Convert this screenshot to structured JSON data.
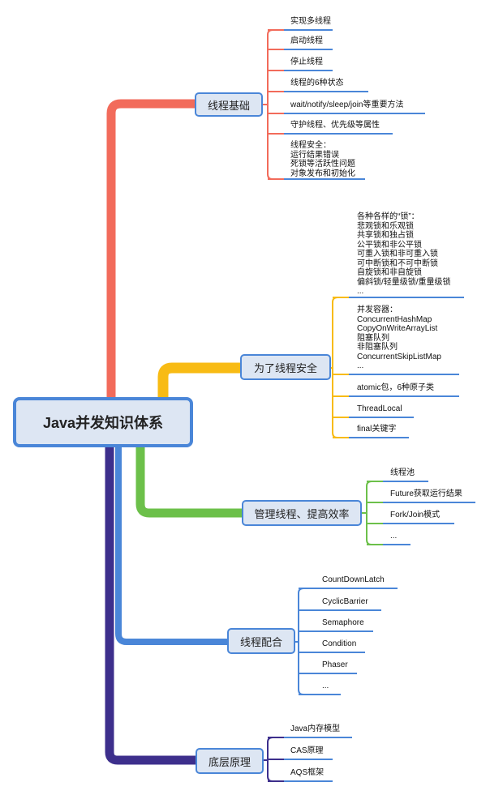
{
  "root": {
    "title": "Java并发知识体系"
  },
  "topics": [
    {
      "label": "线程基础",
      "color": "#f26b5b",
      "items": [
        {
          "lines": [
            "实现多线程"
          ]
        },
        {
          "lines": [
            "启动线程"
          ]
        },
        {
          "lines": [
            "停止线程"
          ]
        },
        {
          "lines": [
            "线程的6种状态"
          ]
        },
        {
          "lines": [
            "wait/notify/sleep/join等重要方法"
          ]
        },
        {
          "lines": [
            "守护线程、优先级等属性"
          ]
        },
        {
          "lines": [
            "线程安全：",
            "运行结果错误",
            "死锁等活跃性问题",
            "对象发布和初始化"
          ]
        }
      ]
    },
    {
      "label": "为了线程安全",
      "color": "#f8bb14",
      "items": [
        {
          "lines": [
            "各种各样的“锁”：",
            "悲观锁和乐观锁",
            "共享锁和独占锁",
            "公平锁和非公平锁",
            "可重入锁和非可重入锁",
            "可中断锁和不可中断锁",
            "自旋锁和非自旋锁",
            "偏斜锁/轻量级锁/重量级锁",
            "..."
          ]
        },
        {
          "lines": [
            "并发容器：",
            "ConcurrentHashMap",
            "CopyOnWriteArrayList",
            "阻塞队列",
            "非阻塞队列",
            "ConcurrentSkipListMap",
            "..."
          ]
        },
        {
          "lines": [
            "atomic包，6种原子类"
          ]
        },
        {
          "lines": [
            "ThreadLocal"
          ]
        },
        {
          "lines": [
            "final关键字"
          ]
        }
      ]
    },
    {
      "label": "管理线程、提高效率",
      "color": "#6cc04a",
      "items": [
        {
          "lines": [
            "线程池"
          ]
        },
        {
          "lines": [
            "Future获取运行结果"
          ]
        },
        {
          "lines": [
            "Fork/Join模式"
          ]
        },
        {
          "lines": [
            "..."
          ]
        }
      ]
    },
    {
      "label": "线程配合",
      "color": "#4a86d8",
      "items": [
        {
          "lines": [
            "CountDownLatch"
          ]
        },
        {
          "lines": [
            "CyclicBarrier"
          ]
        },
        {
          "lines": [
            "Semaphore"
          ]
        },
        {
          "lines": [
            "Condition"
          ]
        },
        {
          "lines": [
            "Phaser"
          ]
        },
        {
          "lines": [
            "..."
          ]
        }
      ]
    },
    {
      "label": "底层原理",
      "color": "#3d2f8c",
      "items": [
        {
          "lines": [
            "Java内存模型"
          ]
        },
        {
          "lines": [
            "CAS原理"
          ]
        },
        {
          "lines": [
            "AQS框架"
          ]
        }
      ]
    }
  ],
  "colors": {
    "node_border": "#4a86d8",
    "node_fill": "#dde6f3",
    "underline": "#4a86d8"
  }
}
